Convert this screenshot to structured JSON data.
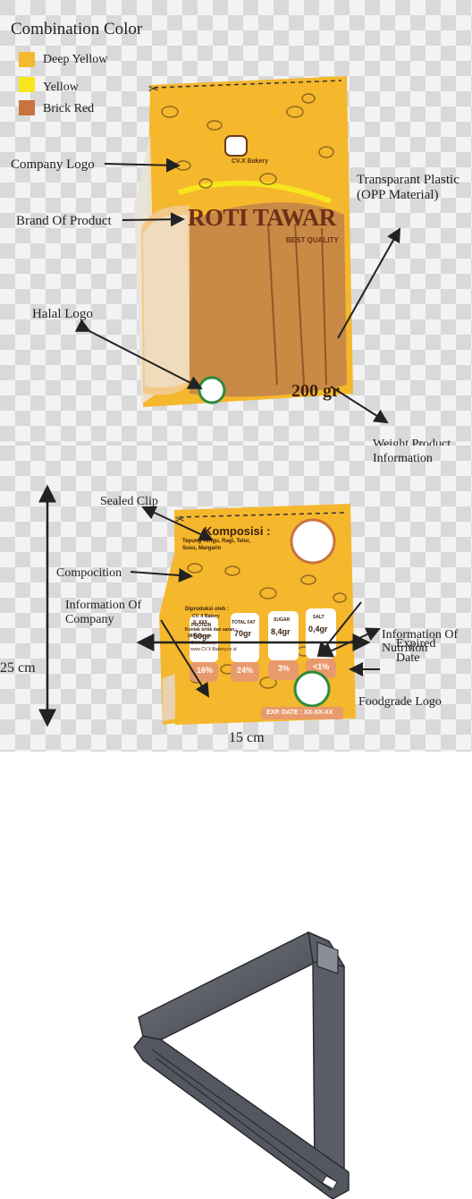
{
  "legend": {
    "title": "Combination Color",
    "items": [
      {
        "label": "Deep Yellow",
        "color": "#f5b82e"
      },
      {
        "label": "Yellow",
        "color": "#f6e61c"
      },
      {
        "label": "Brick Red",
        "color": "#c9733f"
      }
    ]
  },
  "front": {
    "labels": {
      "company_logo": "Company Logo",
      "brand": "Brand Of Product",
      "halal": "Halal Logo",
      "plastic_l1": "Transparant Plastic",
      "plastic_l2": "(OPP Material)",
      "weight_l1": "Weight Product",
      "weight_l2": "Information"
    },
    "package": {
      "logo_text": "CV.X Bakery",
      "brand_name": "ROTI TAWAR",
      "tagline": "BEST QUALITY",
      "weight": "200 gr"
    }
  },
  "back": {
    "labels": {
      "sealed_clip": "Sealed Clip",
      "composition": "Compocition",
      "nutrition_l1": "Information Of",
      "nutrition_l2": "Nutrition",
      "foodgrade": "Foodgrade Logo",
      "company_l1": "Information Of",
      "company_l2": "Company",
      "expired_l1": "Expired",
      "expired_l2": "Date",
      "height": "25 cm",
      "width": "15 cm"
    },
    "package": {
      "komposisi_title": "Komposisi :",
      "komposisi_text_l1": "Tepung Terigu, Ragi, Telur,",
      "komposisi_text_l2": "Susu, Margarin",
      "nutrition": [
        {
          "name": "PROTEIN",
          "value": "50gr",
          "percent": "16%"
        },
        {
          "name": "TOTAL FAT",
          "value": "70gr",
          "percent": "24%"
        },
        {
          "name": "SUGAR",
          "value": "8,4gr",
          "percent": "3%"
        },
        {
          "name": "SALT",
          "value": "0,4gr",
          "percent": "<1%"
        }
      ],
      "producer_title": "Diproduksi oleh :",
      "producer_name": "CV. X Bakery",
      "producer_addr": "Jl. XXX",
      "contact": "Kontak kritik dan saran :",
      "phone": "08xxxx-xxx",
      "social1": "CV.X.Bakery",
      "social2": "www.CV.X.Bakery.co.id",
      "expiry": "EXP. DATE : XX-XX-XX"
    }
  }
}
